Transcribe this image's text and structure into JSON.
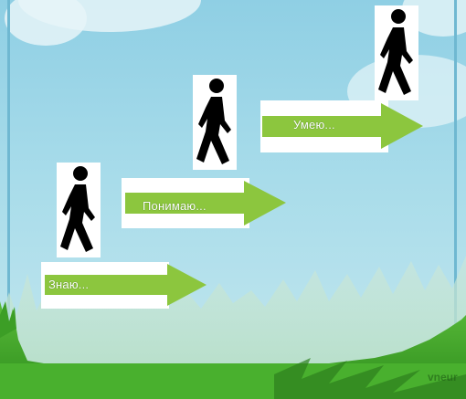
{
  "steps": [
    {
      "label": "Знаю..."
    },
    {
      "label": "Понимаю..."
    },
    {
      "label": "Умею..."
    }
  ],
  "watermark": "vneur",
  "colors": {
    "sky": "#9fd6e6",
    "arrow": "#8cc63e",
    "grass": "#3fa226",
    "figure": "#000000"
  },
  "icons": [
    "walking-person-icon",
    "arrow-right-icon"
  ]
}
